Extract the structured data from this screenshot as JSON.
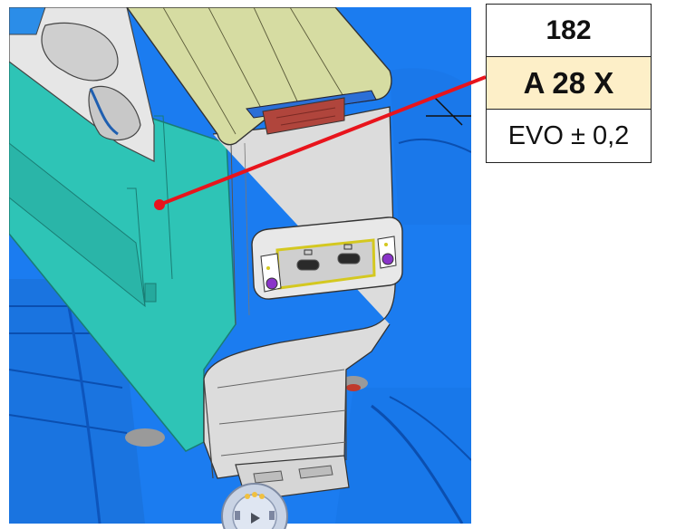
{
  "callout": {
    "id": "182",
    "code": "A 28 X",
    "tolerance": "EVO ± 0,2"
  },
  "colors": {
    "background_blue": "#1b7cf0",
    "part_teal": "#2ec4b6",
    "part_grey": "#d9d9d9",
    "armrest_olive": "#d6dca2",
    "code_highlight": "#fdefc8",
    "leader_red": "#e8141c",
    "port_purple": "#8a34c9",
    "port_frame_yellow": "#d4c820"
  },
  "icons": [
    "usb-c-port-icon",
    "compass-navigation-icon"
  ]
}
